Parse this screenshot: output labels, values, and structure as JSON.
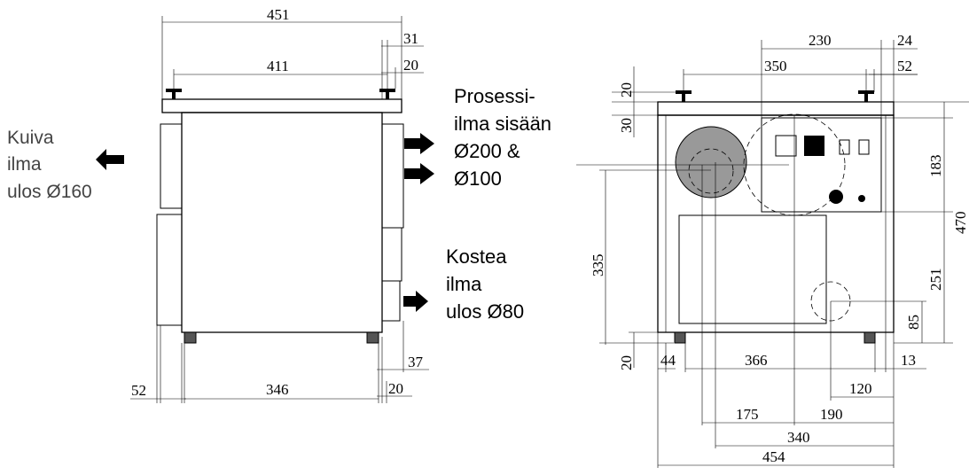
{
  "side_view": {
    "labels": {
      "dry_air": [
        "Kuiva",
        "ilma",
        "ulos Ø160"
      ],
      "process_air": [
        "Prosessi-",
        "ilma sisään",
        "Ø200 &",
        "Ø100"
      ],
      "wet_air": [
        "Kostea",
        "ilma",
        "ulos Ø80"
      ]
    },
    "dimensions": {
      "total_width": "451",
      "inner_width": "411",
      "right_offset_top": "31",
      "right_offset_small": "20",
      "left_offset_bottom": "52",
      "foot_span": "346",
      "right_offset_bottom": "37",
      "right_small_bottom": "20"
    }
  },
  "front_view": {
    "dimensions": {
      "top_230": "230",
      "top_24": "24",
      "top_350": "350",
      "top_52": "52",
      "left_20_top": "20",
      "left_30": "30",
      "left_335": "335",
      "left_20_bottom": "20",
      "right_183": "183",
      "right_470": "470",
      "right_251": "251",
      "right_85": "85",
      "bottom_44": "44",
      "bottom_366": "366",
      "bottom_13": "13",
      "bottom_120": "120",
      "bottom_175": "175",
      "bottom_190": "190",
      "bottom_340": "340",
      "bottom_454": "454"
    }
  },
  "colors": {
    "line": "#000000",
    "fan_fill": "#999999",
    "left_label": "#444444"
  }
}
